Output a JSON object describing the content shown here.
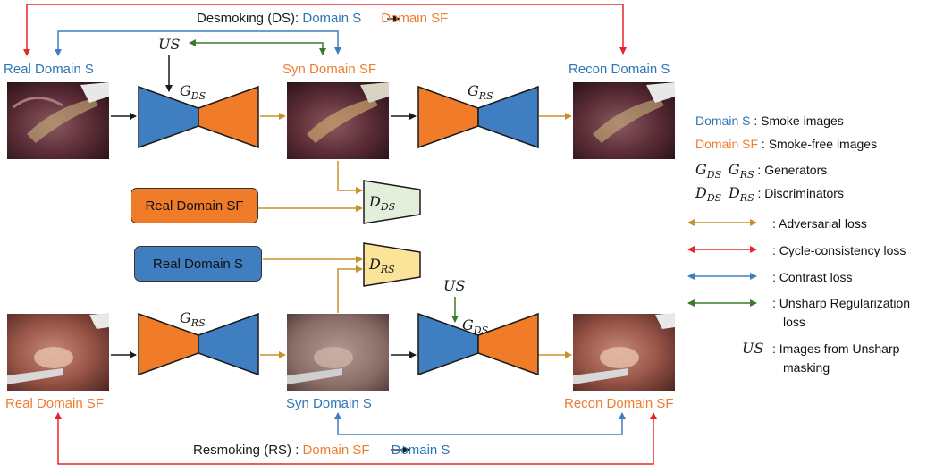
{
  "top": {
    "title_prefix": "Desmoking (DS): ",
    "title_from": "Domain S",
    "title_to": "Domain SF",
    "real_label": "Real Domain S",
    "syn_label": "Syn Domain SF",
    "recon_label": "Recon Domain S",
    "us_label": "US",
    "gen1": "G_DS",
    "gen2": "G_RS"
  },
  "bottom": {
    "title_prefix": "Resmoking (RS) : ",
    "title_from": "Domain SF",
    "title_to": "Domain S",
    "real_label": "Real Domain SF",
    "syn_label": "Syn Domain S",
    "recon_label": "Recon Domain SF",
    "us_label": "US",
    "gen1": "G_RS",
    "gen2": "G_DS"
  },
  "middle": {
    "box_sf": "Real Domain SF",
    "box_s": "Real Domain S",
    "disc_ds": "D_DS",
    "disc_rs": "D_RS"
  },
  "legend": {
    "domain_s": "Domain S",
    "domain_s_desc": " : Smoke images",
    "domain_sf": "Domain SF",
    "domain_sf_desc": " : Smoke-free images",
    "gen_desc": " : Generators",
    "disc_desc": " : Discriminators",
    "adv": ": Adversarial loss",
    "cycle": ": Cycle-consistency loss",
    "contrast": ": Contrast loss",
    "unsharp_1": ": Unsharp Regularization",
    "unsharp_2": "loss",
    "us_symbol": "US",
    "us_desc_1": ": Images from Unsharp",
    "us_desc_2": "masking"
  },
  "colors": {
    "blue": "#3f7fc1",
    "orange": "#f07b28",
    "red": "#e5262a",
    "gold": "#c8922a",
    "green": "#3a7a2c",
    "disc_green": "#e3efdb",
    "disc_yellow": "#fce39a"
  }
}
